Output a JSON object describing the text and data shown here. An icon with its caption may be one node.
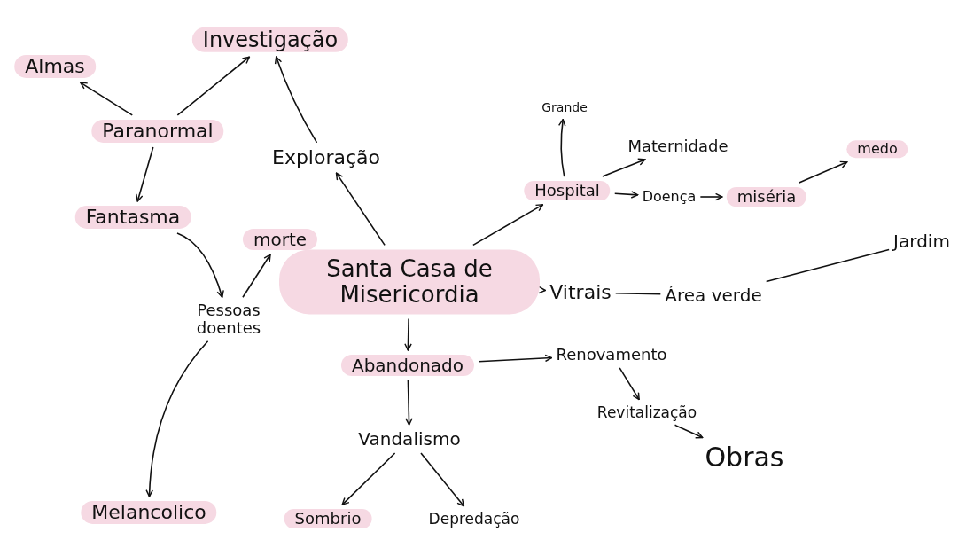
{
  "diagram": {
    "nodes": [
      {
        "text": [
          "Santa Casa de Misericordia"
        ]
      },
      {
        "text": [
          "Almas"
        ]
      },
      {
        "text": [
          "Investigação"
        ]
      },
      {
        "text": [
          "Paranormal"
        ]
      },
      {
        "text": [
          "Exploração"
        ]
      },
      {
        "text": [
          "Fantasma"
        ]
      },
      {
        "text": [
          "morte"
        ]
      },
      {
        "text": [
          "Pessoas doentes"
        ]
      },
      {
        "text": [
          "Melancolico"
        ]
      },
      {
        "text": [
          "Grande"
        ]
      },
      {
        "text": [
          "Hospital"
        ]
      },
      {
        "text": [
          "Maternidade"
        ]
      },
      {
        "text": [
          "Doença"
        ]
      },
      {
        "text": [
          "miséria"
        ]
      },
      {
        "text": [
          "medo"
        ]
      },
      {
        "text": [
          "Jardim"
        ]
      },
      {
        "text": [
          "Vitrais"
        ]
      },
      {
        "text": [
          "Área verde"
        ]
      },
      {
        "text": [
          "Abandonado"
        ]
      },
      {
        "text": [
          "Renovamento"
        ]
      },
      {
        "text": [
          "Revitalização"
        ]
      },
      {
        "text": [
          "Obras"
        ]
      },
      {
        "text": [
          "Vandalismo"
        ]
      },
      {
        "text": [
          "Sombrio"
        ]
      },
      {
        "text": [
          "Depredação"
        ]
      }
    ],
    "edges": [
      {
        "from": 3,
        "to": 1,
        "arrow": "to"
      },
      {
        "from": 3,
        "to": 2,
        "arrow": "to"
      },
      {
        "from": 4,
        "to": 2,
        "arrow": "to"
      },
      {
        "from": 3,
        "to": 5,
        "arrow": "to"
      },
      {
        "from": 0,
        "to": 4,
        "arrow": "to"
      },
      {
        "from": 5,
        "to": 7,
        "arrow": "to"
      },
      {
        "from": 7,
        "to": 6,
        "arrow": "to"
      },
      {
        "from": 7,
        "to": 8,
        "arrow": "to"
      },
      {
        "from": 0,
        "to": 10,
        "arrow": "to"
      },
      {
        "from": 10,
        "to": 9,
        "arrow": "to"
      },
      {
        "from": 10,
        "to": 11,
        "arrow": "to"
      },
      {
        "from": 10,
        "to": 12,
        "arrow": "to"
      },
      {
        "from": 12,
        "to": 13,
        "arrow": "to"
      },
      {
        "from": 13,
        "to": 14,
        "arrow": "to"
      },
      {
        "from": 0,
        "to": 16,
        "arrow": "to"
      },
      {
        "from": 16,
        "to": 17,
        "arrow": "none"
      },
      {
        "from": 17,
        "to": 15,
        "arrow": "none"
      },
      {
        "from": 0,
        "to": 18,
        "arrow": "to"
      },
      {
        "from": 18,
        "to": 19,
        "arrow": "to"
      },
      {
        "from": 19,
        "to": 20,
        "arrow": "to"
      },
      {
        "from": 20,
        "to": 21,
        "arrow": "to"
      },
      {
        "from": 18,
        "to": 22,
        "arrow": "to"
      },
      {
        "from": 22,
        "to": 23,
        "arrow": "to"
      },
      {
        "from": 22,
        "to": 24,
        "arrow": "to"
      }
    ]
  }
}
